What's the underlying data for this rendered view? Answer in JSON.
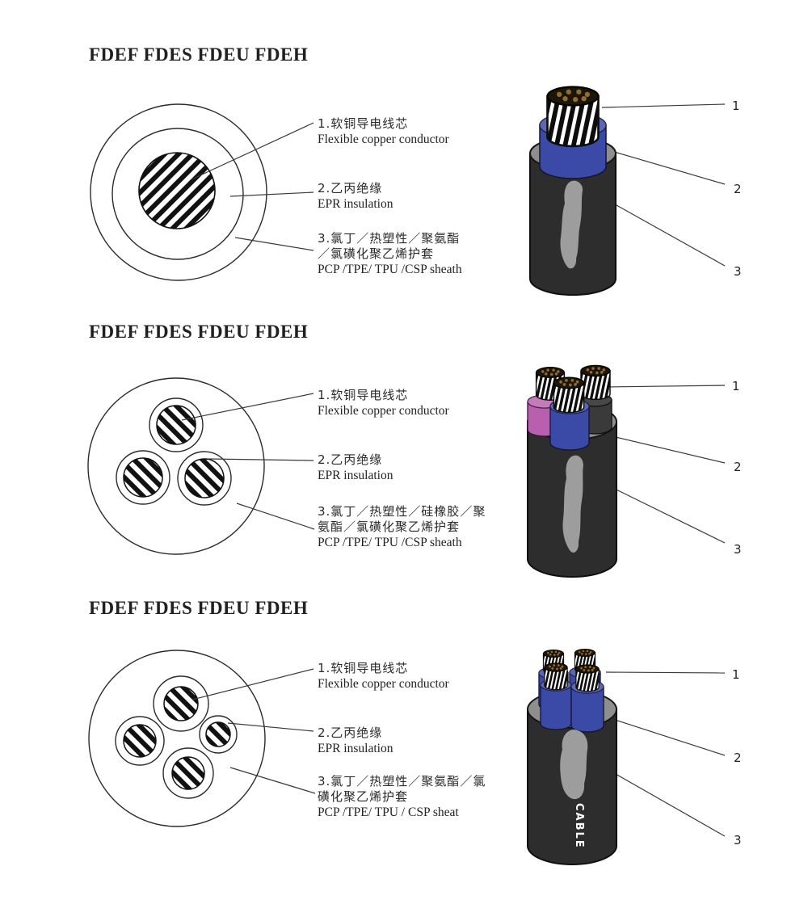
{
  "sections": [
    {
      "title": "FDEF FDES FDEU FDEH",
      "label1": {
        "zh": "1.软铜导电线芯",
        "en": "Flexible copper conductor"
      },
      "label2": {
        "zh": "2.乙丙绝缘",
        "en": "EPR insulation"
      },
      "label3": {
        "zh1": "3.氯丁／热塑性／聚氨酯",
        "zh2": "／氯磺化聚乙烯护套",
        "en": "PCP /TPE/ TPU /CSP sheath"
      },
      "callouts": [
        "1",
        "2",
        "3"
      ]
    },
    {
      "title": "FDEF FDES FDEU FDEH",
      "label1": {
        "zh": "1.软铜导电线芯",
        "en": "Flexible copper conductor"
      },
      "label2": {
        "zh": "2.乙丙绝缘",
        "en": "EPR insulation"
      },
      "label3": {
        "zh1": "3.氯丁／热塑性／硅橡胶／聚",
        "zh2": "氨酯／氯磺化聚乙烯护套",
        "en": "PCP /TPE/ TPU /CSP sheath"
      },
      "callouts": [
        "1",
        "2",
        "3"
      ]
    },
    {
      "title": "FDEF FDES FDEU FDEH",
      "label1": {
        "zh": "1.软铜导电线芯",
        "en": "Flexible copper conductor"
      },
      "label2": {
        "zh": "2.乙丙绝缘",
        "en": "EPR insulation"
      },
      "label3": {
        "zh1": "3.氯丁／热塑性／聚氨酯／氯",
        "zh2": "磺化聚乙烯护套",
        "en": "PCP /TPE/ TPU / CSP sheat"
      },
      "callouts": [
        "1",
        "2",
        "3"
      ]
    }
  ],
  "cable_label": "CABLE",
  "colors": {
    "insulation_blue": "#3b4aa6",
    "core_magenta": "#b85fae",
    "core_black": "#3a3a3a",
    "sheath_black": "#2d2d2d",
    "sheath_top_gray": "#8e8e8e",
    "highlight_gray": "#9d9d9d",
    "conductor_white": "#ffffff",
    "copper_dot_gold": "#8f6c2f"
  }
}
